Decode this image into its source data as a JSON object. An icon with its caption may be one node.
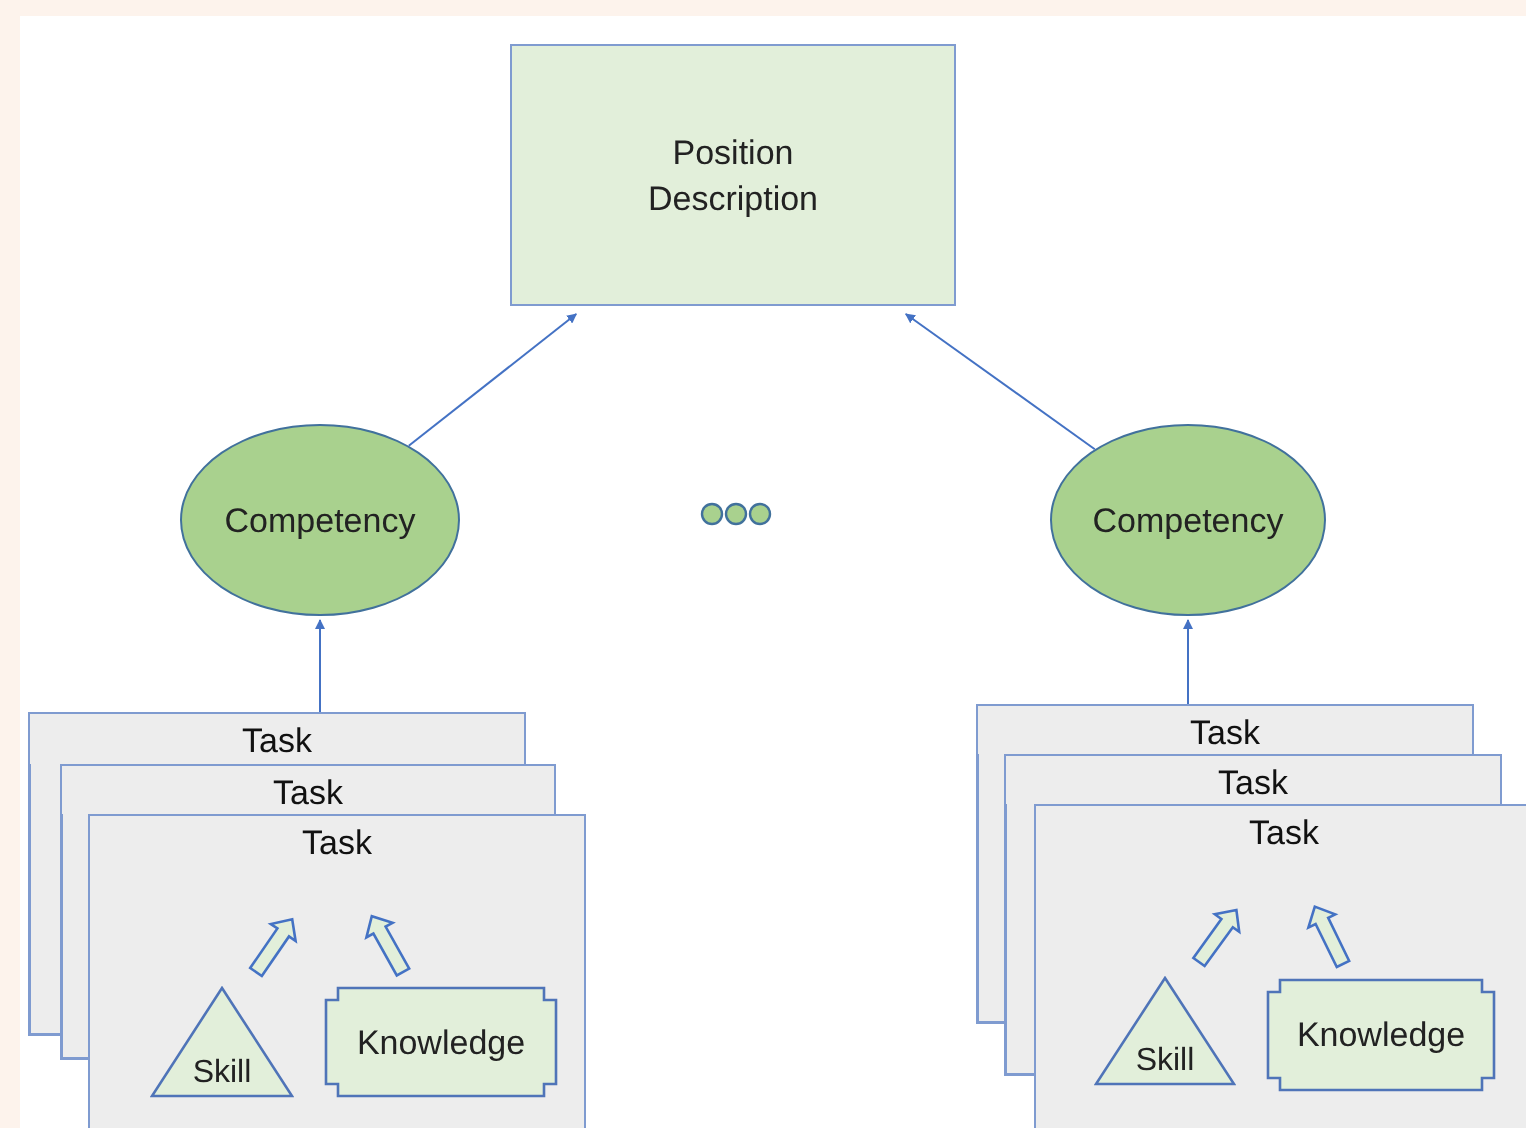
{
  "diagram": {
    "nodes": [
      {
        "text": [
          "Position Description"
        ]
      },
      {
        "text": [
          "Competency"
        ]
      },
      {
        "text": [
          "Competency"
        ]
      },
      {
        "text": [
          "Task"
        ]
      },
      {
        "text": [
          "Task"
        ]
      },
      {
        "text": [
          "Task"
        ]
      },
      {
        "text": [
          "Skill"
        ],
        "in": 5
      },
      {
        "text": [
          "Knowledge"
        ],
        "in": 5
      },
      {
        "text": [
          "Task"
        ]
      },
      {
        "text": [
          "Task"
        ]
      },
      {
        "text": [
          "Task"
        ]
      },
      {
        "text": [
          "Skill"
        ],
        "in": 10
      },
      {
        "text": [
          "Knowledge"
        ],
        "in": 10
      }
    ],
    "edges": [
      {
        "from": 1,
        "to": 0,
        "arrow": "to"
      },
      {
        "from": 2,
        "to": 0,
        "arrow": "to"
      },
      {
        "from": 3,
        "to": 1,
        "arrow": "to"
      },
      {
        "from": 8,
        "to": 2,
        "arrow": "to"
      },
      {
        "from": 6,
        "to": 5,
        "arrow": "to",
        "style": "thick"
      },
      {
        "from": 7,
        "to": 5,
        "arrow": "to",
        "style": "thick"
      },
      {
        "from": 11,
        "to": 10,
        "arrow": "to",
        "style": "thick"
      },
      {
        "from": 12,
        "to": 10,
        "arrow": "to",
        "style": "thick"
      }
    ]
  }
}
